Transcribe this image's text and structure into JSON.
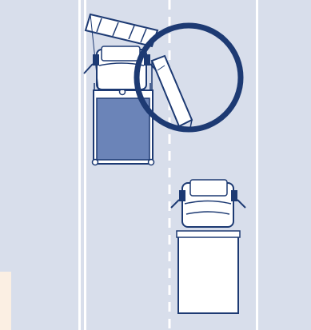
{
  "scene": {
    "road_color": "#d8deeb",
    "shoulder_color": "#fbefe3",
    "line_color": "#ffffff",
    "outline_color": "#1d3a73",
    "truck_a_trailer_color": "#6b84b8",
    "truck_b_trailer_color": "#ffffff",
    "highlight_ring_color": "#1d3a73"
  },
  "elements": [
    "left-lane-edge-lines",
    "center-dashed-lane-line",
    "right-lane-line",
    "truck-a-cab",
    "truck-a-trailer",
    "truck-a-open-left-door",
    "truck-a-open-right-door",
    "truck-b-cab",
    "truck-b-trailer",
    "highlight-circle"
  ]
}
